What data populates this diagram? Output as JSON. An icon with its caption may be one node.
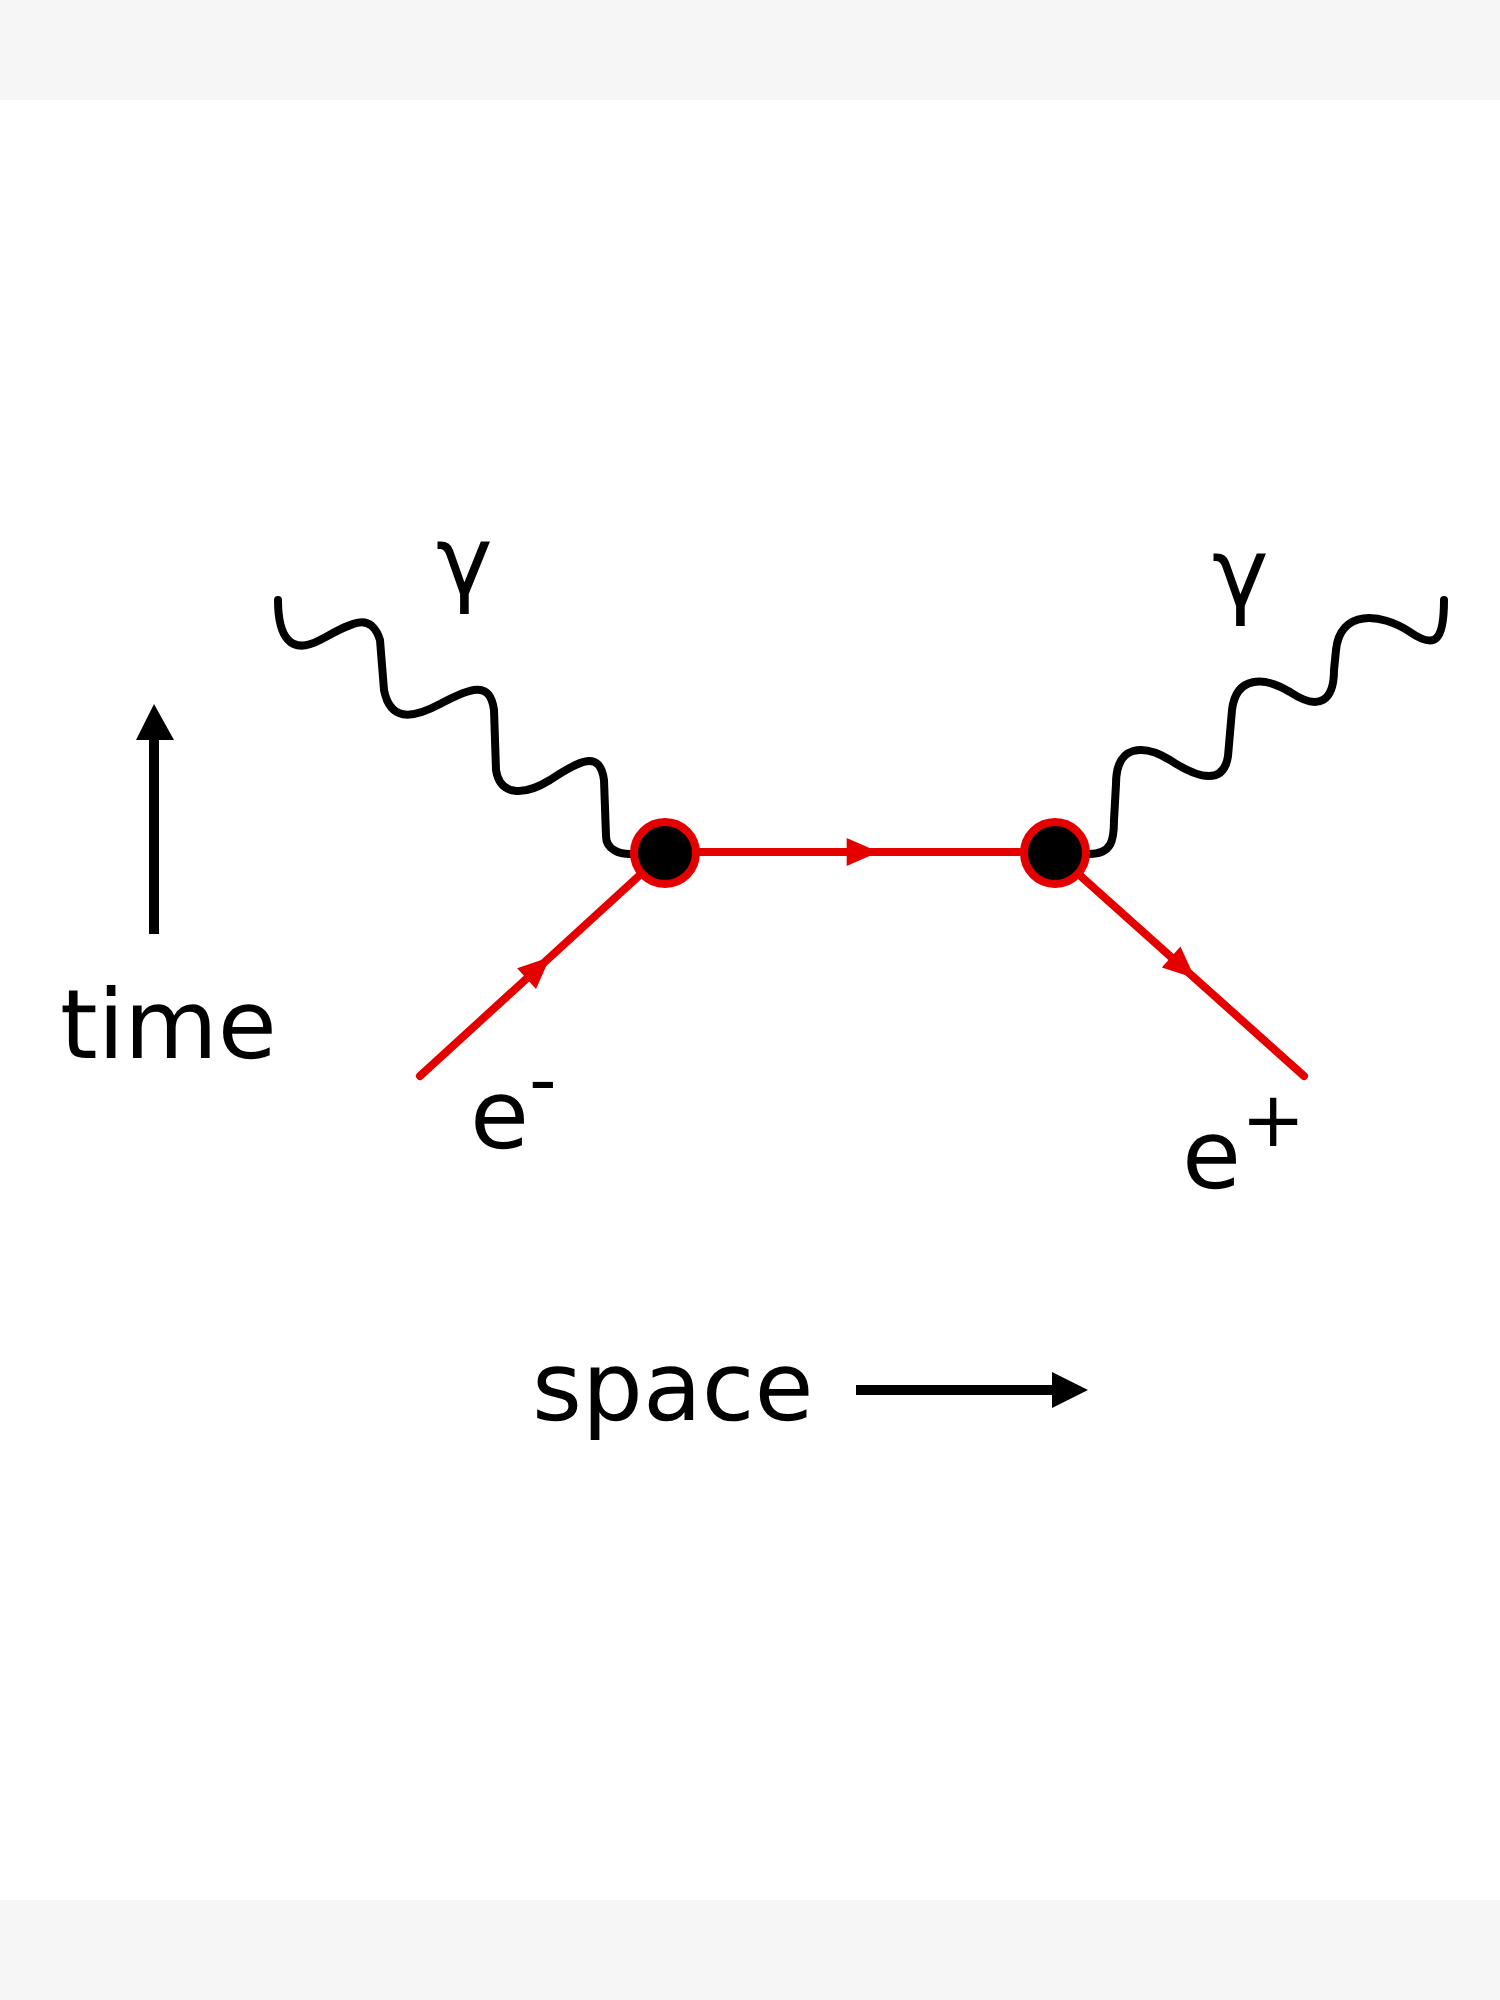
{
  "diagram": {
    "nodes": [
      {
        "text": [],
        "shape": "circle"
      },
      {
        "text": [],
        "shape": "circle"
      }
    ],
    "edges": [
      {
        "from": null,
        "to": 0,
        "arrow": "to",
        "label": "e$^{-}$"
      },
      {
        "from": 0,
        "to": 1,
        "arrow": "to"
      },
      {
        "from": 1,
        "to": null,
        "arrow": "to",
        "label": "e$^{+}$"
      },
      {
        "from": 0,
        "to": null,
        "arrow": "none",
        "label": "γ",
        "color": "#000000"
      },
      {
        "from": 1,
        "to": null,
        "arrow": "none",
        "label": "γ",
        "color": "#000000"
      }
    ],
    "labels": [
      "time",
      "space"
    ]
  }
}
